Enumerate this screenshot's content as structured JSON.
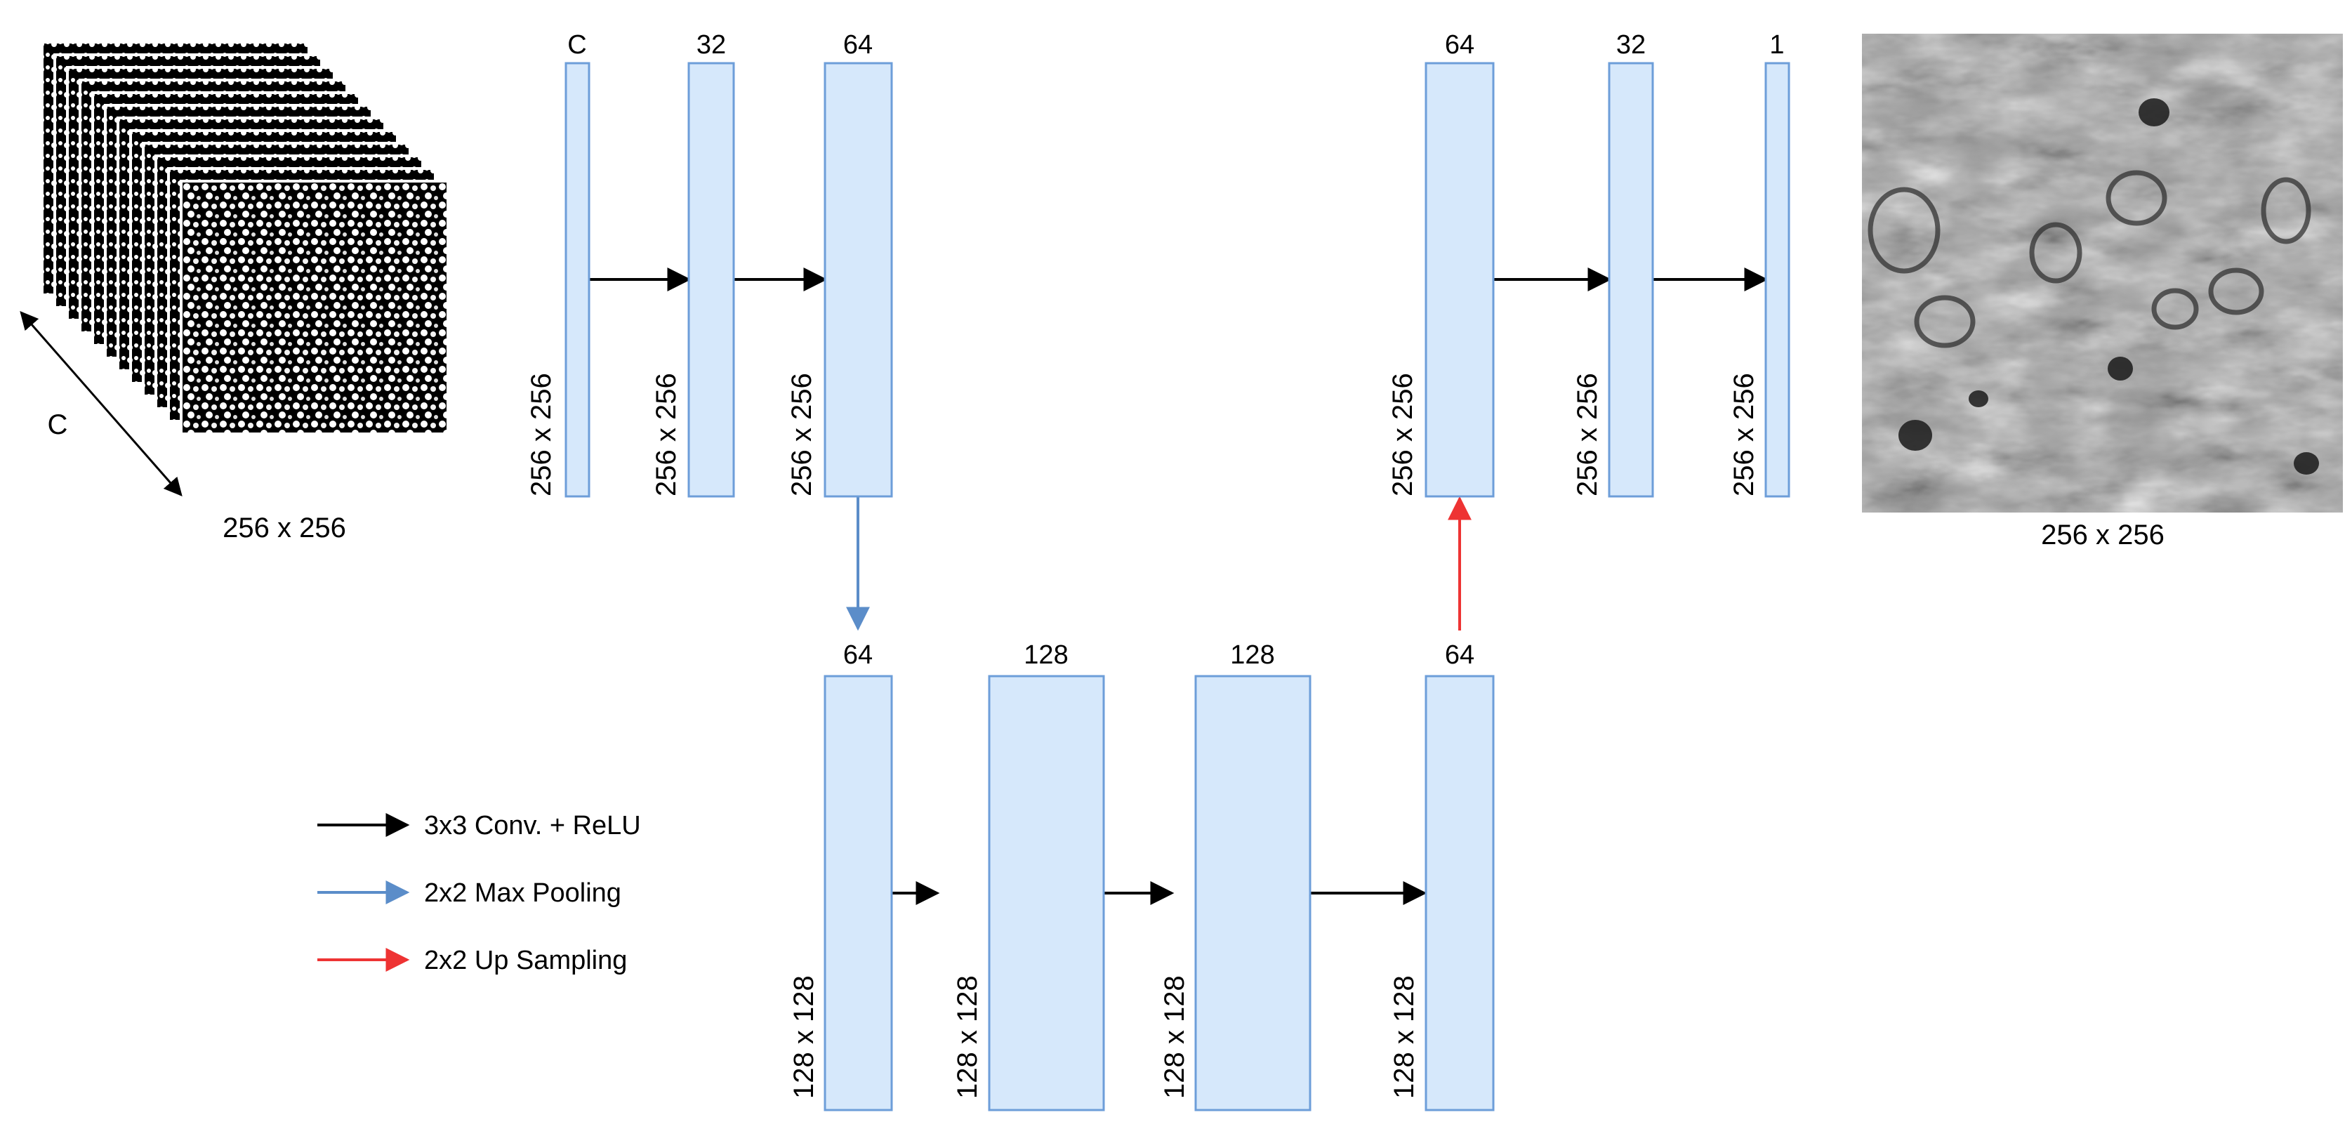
{
  "colors": {
    "block_fill": "#d6e8fb",
    "block_stroke": "#6d9ed9",
    "conv_arrow": "#000000",
    "pool_arrow": "#5b8dc9",
    "up_arrow": "#ee3333"
  },
  "input": {
    "depth_label": "C",
    "size_label": "256 x 256",
    "image_icon": "stacked-binary-nuclei-mask-icon"
  },
  "output": {
    "size_label": "256 x 256",
    "image_icon": "grayscale-histology-texture-icon"
  },
  "blocks": [
    {
      "id": "enc1",
      "channels": "C",
      "size": "256 x 256"
    },
    {
      "id": "enc2",
      "channels": "32",
      "size": "256 x 256"
    },
    {
      "id": "enc3",
      "channels": "64",
      "size": "256 x 256"
    },
    {
      "id": "bot1",
      "channels": "64",
      "size": "128 x 128"
    },
    {
      "id": "bot2",
      "channels": "128",
      "size": "128 x 128"
    },
    {
      "id": "bot3",
      "channels": "128",
      "size": "128 x 128"
    },
    {
      "id": "bot4",
      "channels": "64",
      "size": "128 x 128"
    },
    {
      "id": "dec1",
      "channels": "64",
      "size": "256 x 256"
    },
    {
      "id": "dec2",
      "channels": "32",
      "size": "256 x 256"
    },
    {
      "id": "dec3",
      "channels": "1",
      "size": "256 x 256"
    }
  ],
  "legend": [
    {
      "key": "conv",
      "label": "3x3 Conv. + ReLU"
    },
    {
      "key": "pool",
      "label": "2x2 Max Pooling"
    },
    {
      "key": "up",
      "label": "2x2 Up Sampling"
    }
  ]
}
